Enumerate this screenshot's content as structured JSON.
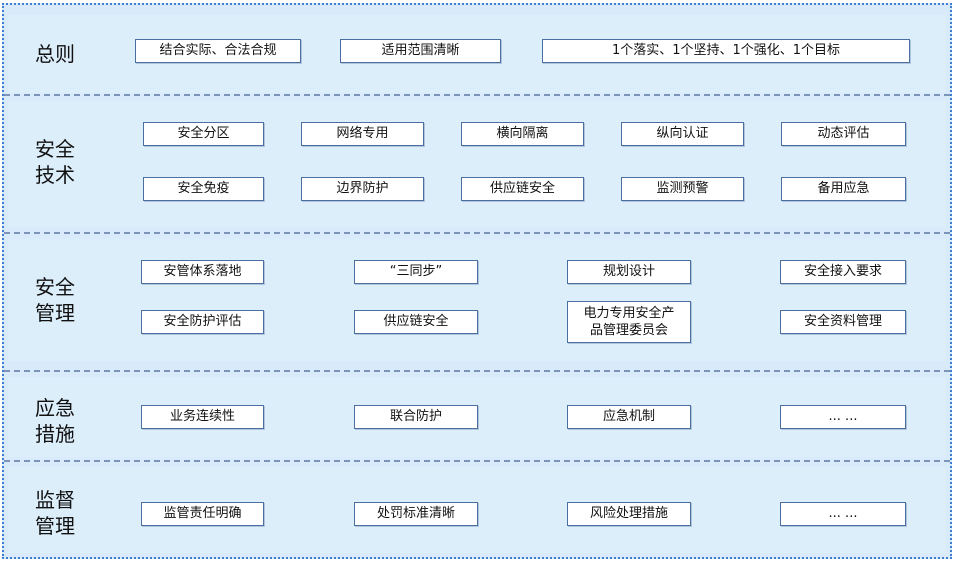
{
  "sections": [
    {
      "label": "总则",
      "items": [
        "结合实际、合法合规",
        "适用范围清晰",
        "1个落实、1个坚持、1个强化、1个目标"
      ]
    },
    {
      "label": "安全\n技术",
      "items": [
        "安全分区",
        "网络专用",
        "横向隔离",
        "纵向认证",
        "动态评估",
        "安全免疫",
        "边界防护",
        "供应链安全",
        "监测预警",
        "备用应急"
      ]
    },
    {
      "label": "安全\n管理",
      "items": [
        "安管体系落地",
        "“三同步”",
        "规划设计",
        "安全接入要求",
        "安全防护评估",
        "供应链安全",
        "电力专用安全产\n品管理委员会",
        "安全资料管理"
      ]
    },
    {
      "label": "应急\n措施",
      "items": [
        "业务连续性",
        "联合防护",
        "应急机制",
        "... ..."
      ]
    },
    {
      "label": "监督\n管理",
      "items": [
        "监管责任明确",
        "处罚标准清晰",
        "风险处理措施",
        "... ..."
      ]
    }
  ]
}
